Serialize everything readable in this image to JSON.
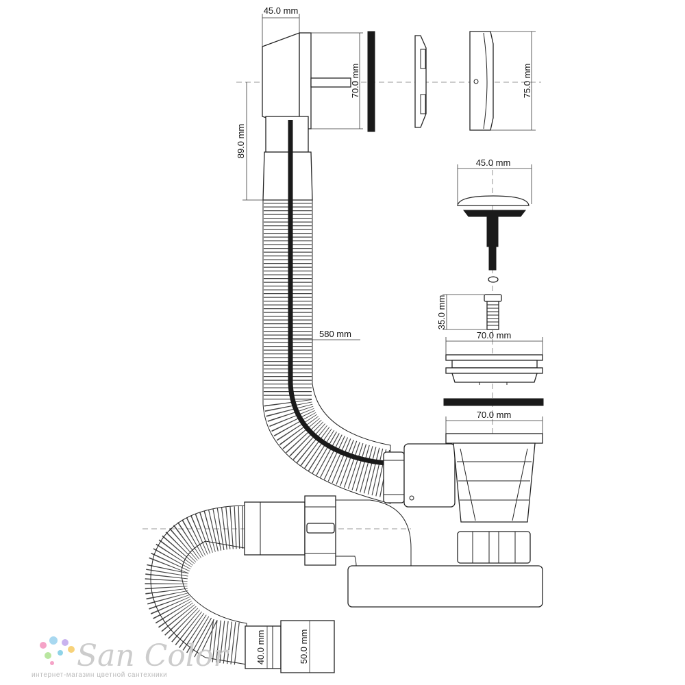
{
  "dimensions": {
    "overflow_width": "45.0 mm",
    "overflow_height": "70.0 mm",
    "overflow_drop": "89.0 mm",
    "cover_diameter": "75.0 mm",
    "plug_width": "45.0 mm",
    "screw_length": "35.0 mm",
    "flange_top": "70.0 mm",
    "flange_bottom": "70.0 mm",
    "hose_length": "580 mm",
    "outlet_inner": "40.0 mm",
    "outlet_outer": "50.0 mm"
  },
  "brand": {
    "name": "San Color",
    "tagline": "интернет-магазин цветной сантехники",
    "dot_colors": [
      "#f5a3c7",
      "#a8d8f0",
      "#b9e6a0",
      "#f7d27a",
      "#c9b3ef",
      "#8fd3e8"
    ]
  },
  "colors": {
    "line": "#222222",
    "fill": "#ffffff",
    "black_parts": "#1a1a1a",
    "centerline": "#777777"
  }
}
